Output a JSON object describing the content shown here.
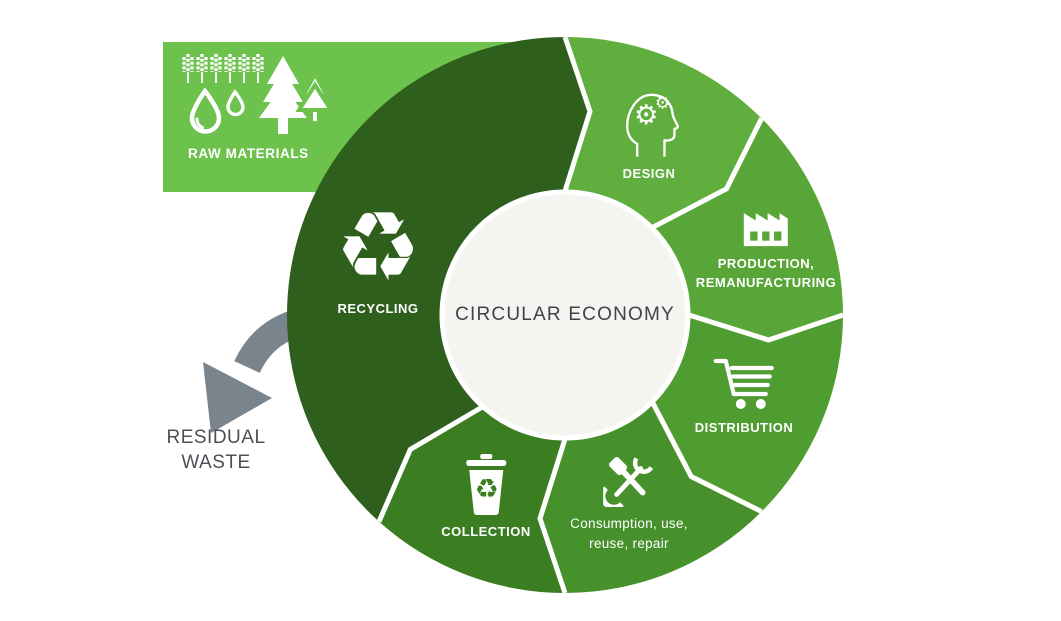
{
  "title": "CIRCULAR ECONOMY",
  "background": "#ffffff",
  "center": {
    "label": "CIRCULAR ECONOMY",
    "bg": "#f4f4f1",
    "text_color": "#3e4348"
  },
  "raw_materials": {
    "label": "RAW MATERIALS",
    "bg": "#6cc24d",
    "icons": [
      "wheat-icon",
      "water-drops-icon",
      "pine-trees-icon"
    ]
  },
  "residual_waste": {
    "line1": "RESIDUAL",
    "line2": "WASTE",
    "arrow_color": "#7a848d",
    "text_color": "#4a5055"
  },
  "icons": {
    "recycle_glyph": "♻",
    "gear_glyph": "⚙"
  },
  "segments": [
    {
      "id": "design",
      "lines": [
        "DESIGN"
      ],
      "icon": "design-head-gears-icon",
      "color": "#60ae3d",
      "from": 90,
      "to": 45
    },
    {
      "id": "production",
      "lines": [
        "PRODUCTION,",
        "REMANUFACTURING"
      ],
      "icon": "production-factory-icon",
      "color": "#58a637",
      "from": 45,
      "to": 0
    },
    {
      "id": "distribution",
      "lines": [
        "DISTRIBUTION"
      ],
      "icon": "distribution-cart-icon",
      "color": "#4f9c31",
      "from": 0,
      "to": -45
    },
    {
      "id": "consumption",
      "lines": [
        "Consumption, use,",
        "reuse, repair"
      ],
      "icon": "consumption-tools-icon",
      "color": "#46912b",
      "from": -45,
      "to": -90
    },
    {
      "id": "collection",
      "lines": [
        "COLLECTION"
      ],
      "icon": "collection-bin-icon",
      "color": "#3b7e21",
      "from": -90,
      "to": -132
    },
    {
      "id": "recycling",
      "lines": [
        "RECYCLING"
      ],
      "icon": "recycling-arrows-icon",
      "color": "#2f5f1c",
      "from": -132,
      "to": -270
    }
  ]
}
